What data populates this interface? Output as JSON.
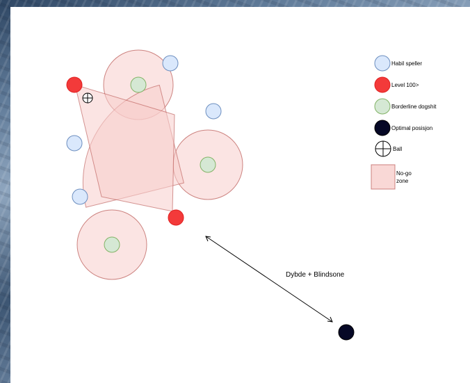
{
  "legend": {
    "habil": "Habil speller",
    "level": "Level 100>",
    "borderline": "Borderline dogshit",
    "optimal": "Optimal posisjon",
    "ball": "Ball",
    "nogo_line1": "No-go",
    "nogo_line2": "zone"
  },
  "annotation": {
    "depth": "Dybde + Blindsone"
  },
  "colors": {
    "habil_fill": "#dae8fc",
    "habil_stroke": "#6c8ebf",
    "level_fill": "#f33a3a",
    "level_stroke": "#e02020",
    "borderline_fill": "#d5e8d4",
    "borderline_stroke": "#82b366",
    "optimal_fill": "#060826",
    "nogo_fill": "#f8cecc",
    "nogo_stroke": "#b85450"
  }
}
